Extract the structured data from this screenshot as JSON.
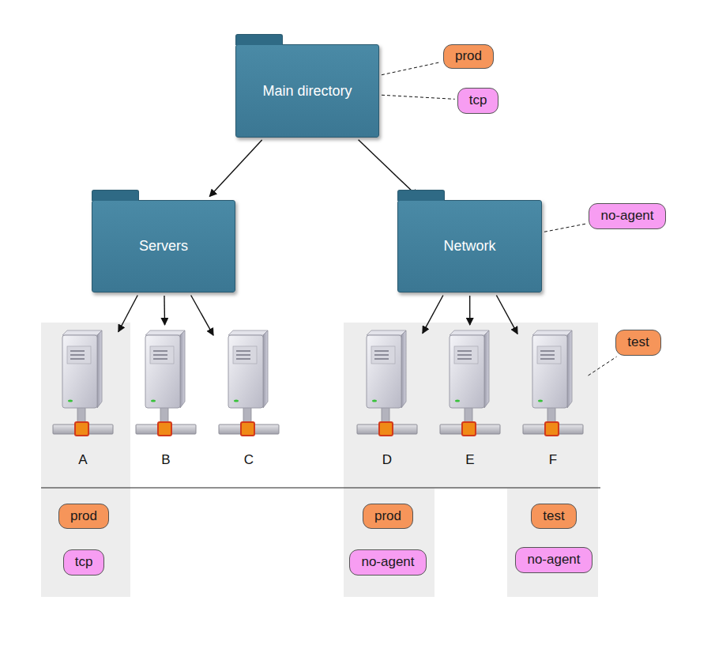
{
  "diagram": {
    "nodes": [
      {
        "text": [
          "Main directory"
        ]
      },
      {
        "text": [
          "prod"
        ]
      },
      {
        "text": [
          "tcp"
        ]
      },
      {
        "text": [
          "Servers"
        ]
      },
      {
        "text": [
          "Network"
        ]
      },
      {
        "text": [
          "no-agent"
        ]
      },
      {
        "text": [
          "A"
        ]
      },
      {
        "text": [
          "B"
        ]
      },
      {
        "text": [
          "C"
        ]
      },
      {
        "text": [
          "D"
        ]
      },
      {
        "text": [
          "E"
        ]
      },
      {
        "text": [
          "F"
        ]
      },
      {
        "text": [
          "test"
        ]
      },
      {
        "text": [
          "prod"
        ]
      },
      {
        "text": [
          "tcp"
        ]
      },
      {
        "text": [
          "prod"
        ]
      },
      {
        "text": [
          "no-agent"
        ]
      },
      {
        "text": [
          "test"
        ]
      },
      {
        "text": [
          "no-agent"
        ]
      }
    ],
    "edges": [
      {
        "from": 0,
        "to": 3,
        "arrow": "to"
      },
      {
        "from": 0,
        "to": 4,
        "arrow": "to"
      },
      {
        "from": 3,
        "to": 6,
        "arrow": "to"
      },
      {
        "from": 3,
        "to": 7,
        "arrow": "to"
      },
      {
        "from": 3,
        "to": 8,
        "arrow": "to"
      },
      {
        "from": 4,
        "to": 9,
        "arrow": "to"
      },
      {
        "from": 4,
        "to": 10,
        "arrow": "to"
      },
      {
        "from": 4,
        "to": 11,
        "arrow": "to"
      },
      {
        "from": 0,
        "to": 1,
        "arrow": "none"
      },
      {
        "from": 0,
        "to": 2,
        "arrow": "none"
      },
      {
        "from": 4,
        "to": 5,
        "arrow": "none"
      },
      {
        "from": 11,
        "to": 12,
        "arrow": "none"
      }
    ]
  }
}
